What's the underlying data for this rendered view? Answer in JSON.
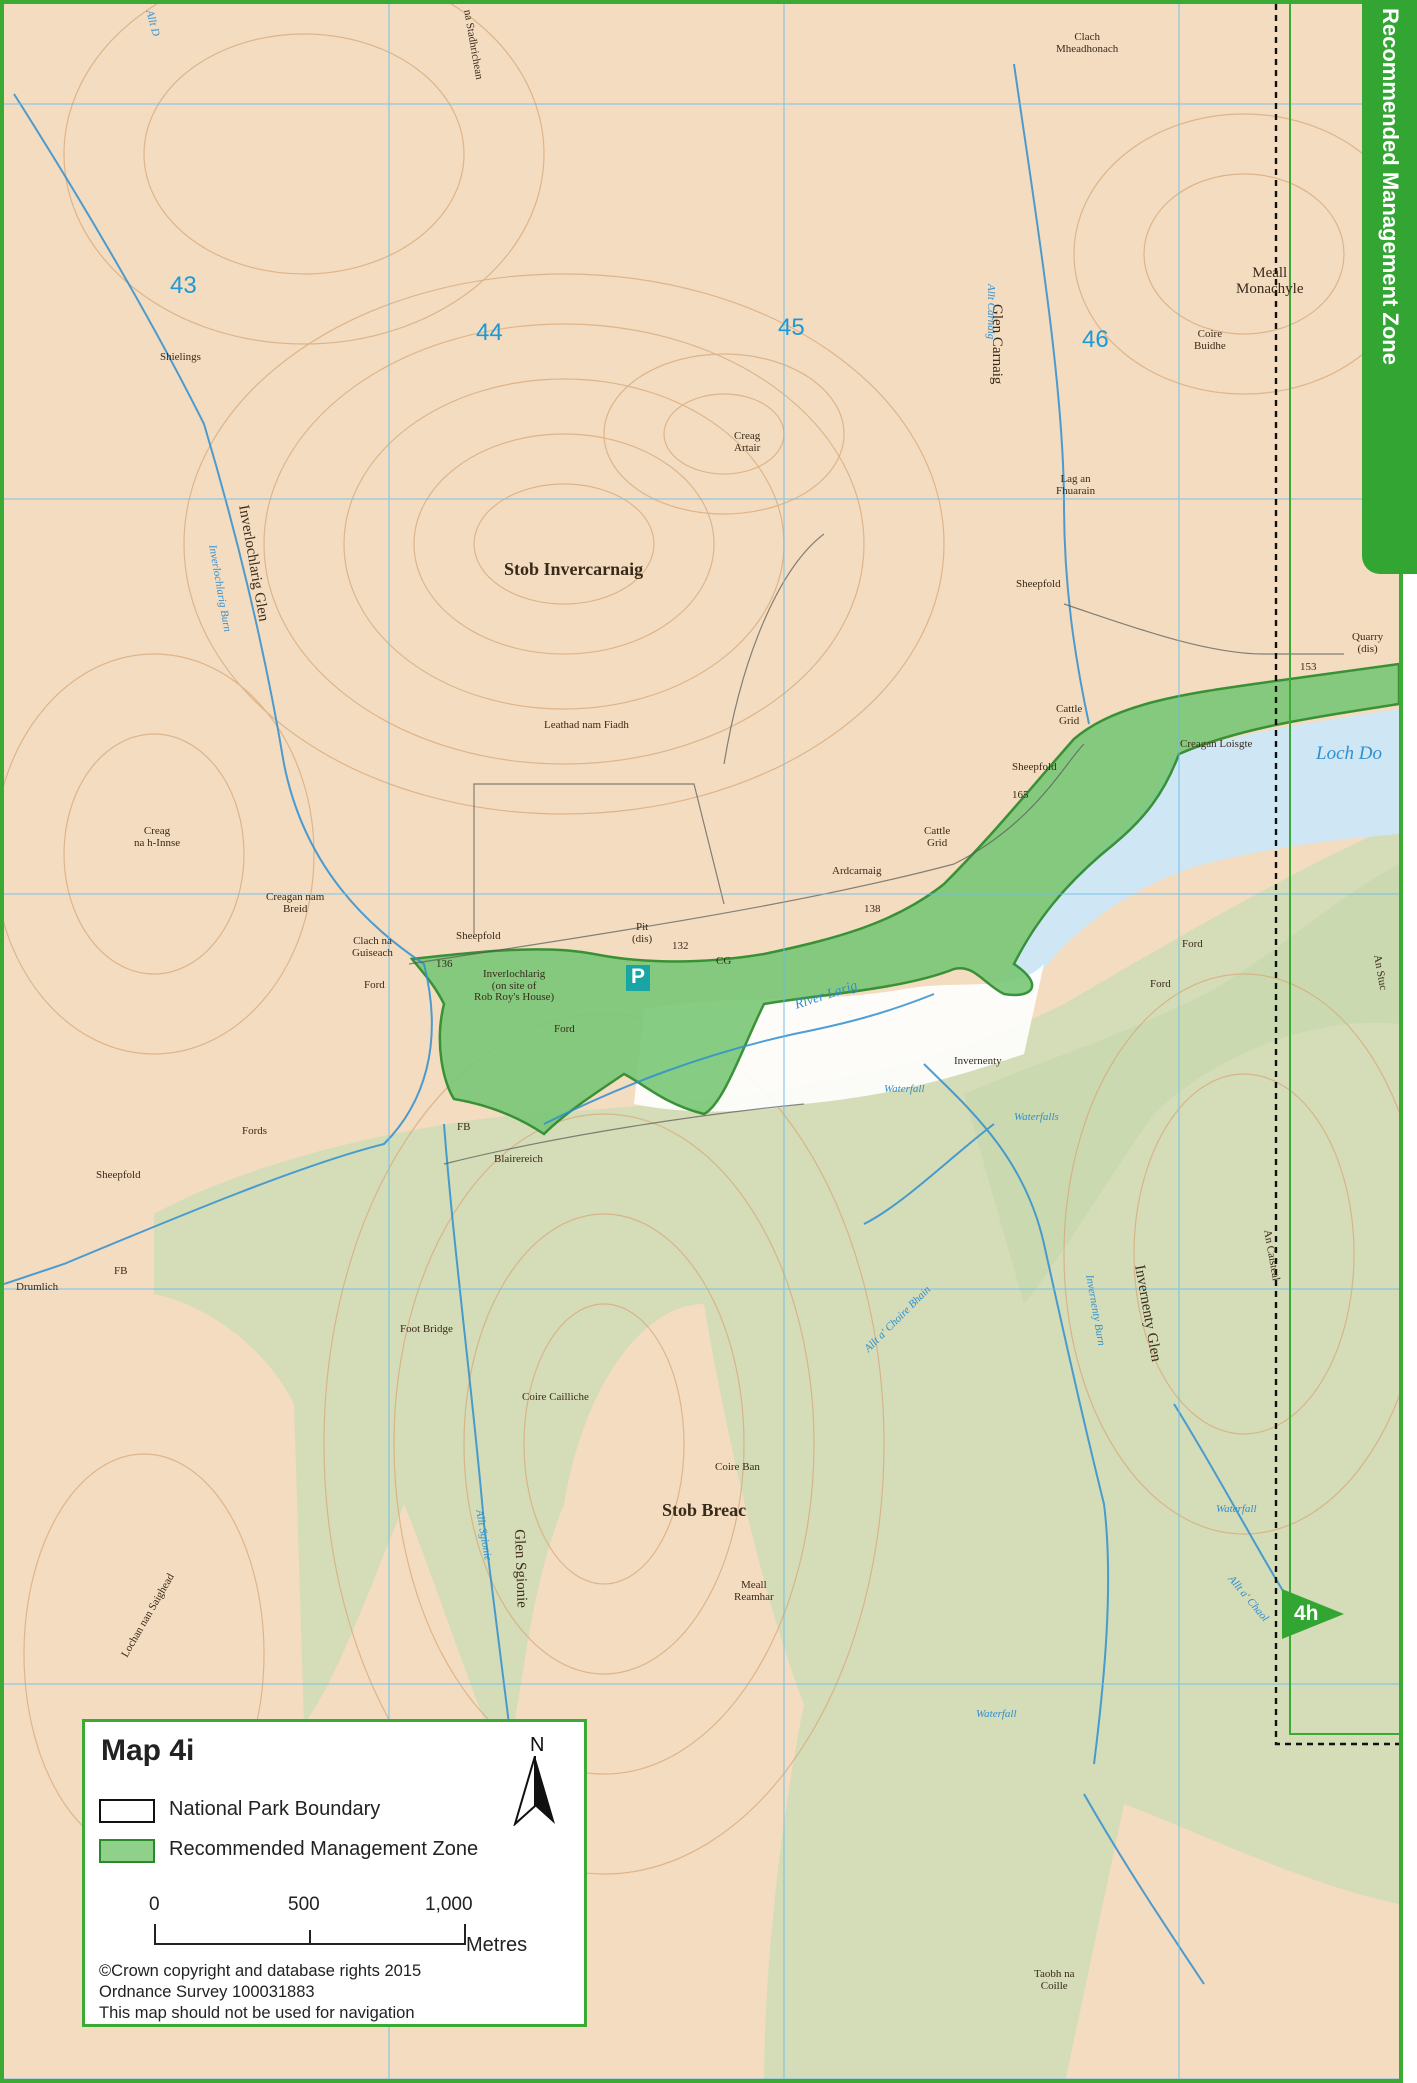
{
  "side_tab": {
    "label": "Recommended Management Zone",
    "color": "#33a532"
  },
  "colors": {
    "terrain": "#f3dcc0",
    "contour": "#d8a878",
    "forest": "#cfdcb6",
    "zone_fill": "#7cc87a",
    "zone_stroke": "#2a8a2a",
    "water": "#cfe6f4",
    "river": "#2f8fd0",
    "grid": "#6cbde8",
    "boundary": "#111111",
    "accent": "#3aaa35"
  },
  "grid_numbers": [
    "43",
    "44",
    "45",
    "46"
  ],
  "place_names": {
    "clach_mheadhonach": "Clach\nMheadhonach",
    "meall_monachyle": "Meall\nMonachyle",
    "glen_carnaig": "Glen Carnaig",
    "allt_carnaig": "Allt Carnaig",
    "coire_buidhe": "Coire\nBuidhe",
    "shielings": "Shielings",
    "creag_artair": "Creag\nArtair",
    "lag_an_fhuarain": "Lag an\nFhuarain",
    "inverlochlarig_glen": "Inverlochlarig Glen",
    "inverlochlarig_burn": "Inverlochlarig Burn",
    "stob_invercarnaig": "Stob Invercarnaig",
    "sheepfold_1": "Sheepfold",
    "quarry": "Quarry\n(dis)",
    "leathad_nam_fiadh": "Leathad nam Fiadh",
    "cattle_grid_1": "Cattle\nGrid",
    "creagan_loisgte": "Creagan Loisgte",
    "loch_doine": "Loch Do",
    "sheepfold_2": "Sheepfold",
    "creag_na_h_innse": "Creag\nna h-Innse",
    "cattle_grid_2": "Cattle\nGrid",
    "ardcarnaig": "Ardcarnaig",
    "creagan_nam_breid": "Creagan nam\nBreid",
    "clach_na_guiseach": "Clach na\nGuiseach",
    "sheepfold_3": "Sheepfold",
    "pit_dis": "Pit\n(dis)",
    "cg": "CG",
    "inverlochlarig_hostel": "Inverlochlarig\n(on site of\nRob Roy's House)",
    "ford_1": "Ford",
    "ford_2": "Ford",
    "ford_3": "Ford",
    "ford_4": "Ford",
    "river_larig": "River Larig",
    "inverventy": "Invernenty",
    "waterfall_1": "Waterfall",
    "waterfalls": "Waterfalls",
    "fords": "Fords",
    "fb_1": "FB",
    "blairereich": "Blairereich",
    "sheepfold_4": "Sheepfold",
    "fb_2": "FB",
    "drumlich": "Drumlich",
    "foot_bridge": "Foot Bridge",
    "coire_cailliche": "Coire Cailliche",
    "allt_a_choire_bhain": "Allt a' Choire Bhain",
    "invernenty_glen": "Invernenty Glen",
    "invernenty_burn": "Invernenty Burn",
    "coire_ban": "Coire Ban",
    "stob_breac": "Stob Breac",
    "meall_reamhar": "Meall\nReamhar",
    "allt_sgionie": "Allt Sgionie",
    "glen_sgionie": "Glen Sgionie",
    "waterfall_2": "Waterfall",
    "waterfall_3": "Waterfall",
    "an_stuc": "An Stuc",
    "an_caisteal": "An Caisteal",
    "allt_a_chaol": "Allt a' Chaol",
    "taobh_na_coille": "Taobh na\nCoille",
    "lochan_nan_saighead": "Lochan nan Saighead",
    "allt_stadhrichean": "na Stadhrichean",
    "allt_d": "Allt D",
    "num_136": "136",
    "num_132": "132",
    "num_138": "138",
    "num_165": "165",
    "num_153": "153"
  },
  "legend": {
    "title": "Map 4i",
    "north": "N",
    "boundary_label": "National Park Boundary",
    "zone_label": "Recommended Management Zone",
    "scale": [
      "0",
      "500",
      "1,000"
    ],
    "scale_unit": "Metres",
    "copyright": [
      "©Crown copyright and database rights 2015",
      "Ordnance Survey 100031883",
      "This map should not be used for navigation"
    ]
  },
  "adjacent_map_marker": "4h",
  "parking_symbol": "P"
}
